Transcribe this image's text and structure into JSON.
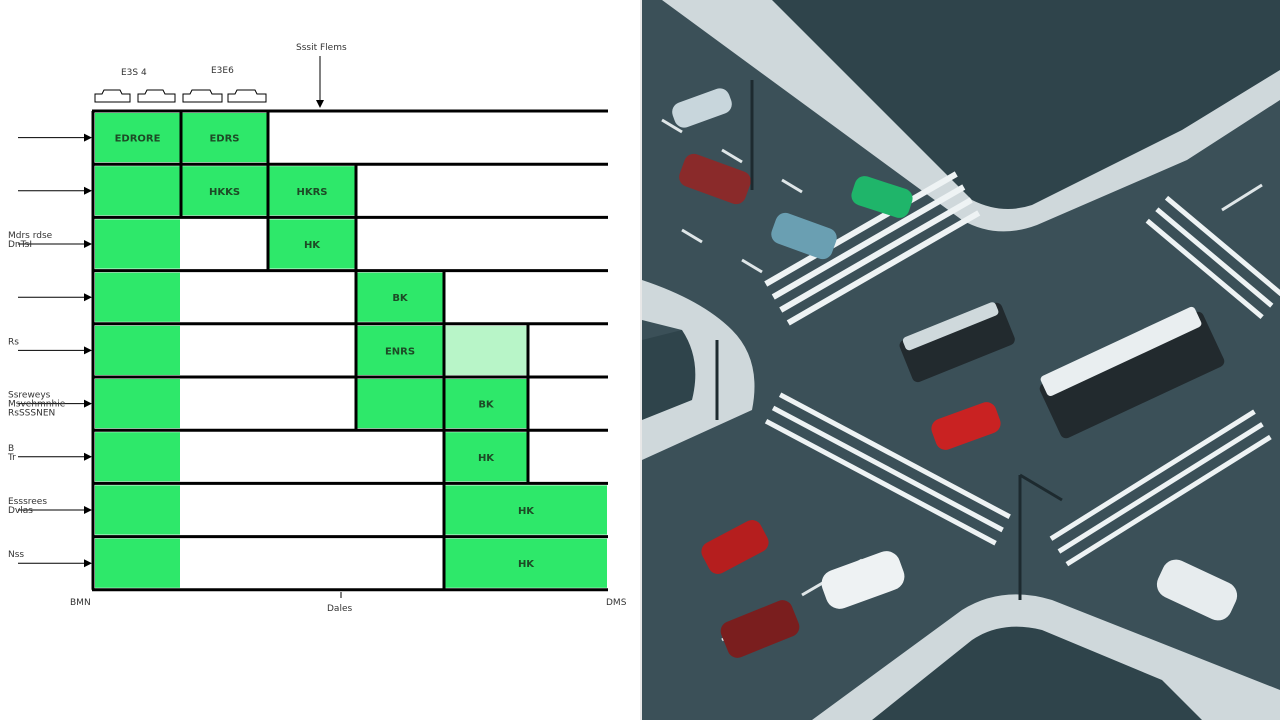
{
  "diagram": {
    "top_label": "Sssit Flems",
    "header_labels": [
      "E3S 4",
      "E3E6"
    ],
    "row_labels": [
      "",
      "",
      "Mdrs rdse\nDnTsI",
      "",
      "Rs",
      "Ssreweys\nMsvehmnhie\nRsSSSNEN",
      "B\nTr",
      "Esssrees\nDvlas",
      "Nss",
      ""
    ],
    "rows": [
      {
        "cells": [
          {
            "col": 0,
            "label": "EDRORE"
          },
          {
            "col": 1,
            "label": "EDRS"
          }
        ]
      },
      {
        "cells": [
          {
            "col": 0,
            "label": ""
          },
          {
            "col": 1,
            "label": "HKKS"
          },
          {
            "col": 2,
            "label": "HKRS"
          }
        ]
      },
      {
        "cells": [
          {
            "col": 0,
            "label": ""
          },
          {
            "col": 2,
            "label": "HK"
          }
        ]
      },
      {
        "cells": [
          {
            "col": 0,
            "label": ""
          },
          {
            "col": 3,
            "label": "BK"
          }
        ]
      },
      {
        "cells": [
          {
            "col": 0,
            "label": ""
          },
          {
            "col": 3,
            "label": "ENRS"
          },
          {
            "col": 4,
            "label": "",
            "pale": true
          }
        ]
      },
      {
        "cells": [
          {
            "col": 0,
            "label": ""
          },
          {
            "col": 3,
            "label": ""
          },
          {
            "col": 4,
            "label": "BK"
          }
        ]
      },
      {
        "cells": [
          {
            "col": 0,
            "label": ""
          },
          {
            "col": 4,
            "label": "HK"
          }
        ]
      },
      {
        "cells": [
          {
            "col": 0,
            "label": ""
          },
          {
            "col": 4,
            "label": "HK",
            "wide": true
          }
        ]
      },
      {
        "cells": [
          {
            "col": 0,
            "label": ""
          },
          {
            "col": 4,
            "label": "HK",
            "wide": true
          }
        ]
      }
    ],
    "bottom_labels": [
      "BMN",
      "Dales",
      "DMS"
    ],
    "colors": {
      "fill": "#2ee86a",
      "fill_pale": "#b8f5c8",
      "line": "#000000"
    }
  },
  "scene": {
    "alt": "Aerial view of a city intersection with cars, buses and crosswalks",
    "colors": {
      "road": "#3a4f57",
      "sidewalk": "#d5dde0",
      "building": "#2f444b"
    }
  }
}
